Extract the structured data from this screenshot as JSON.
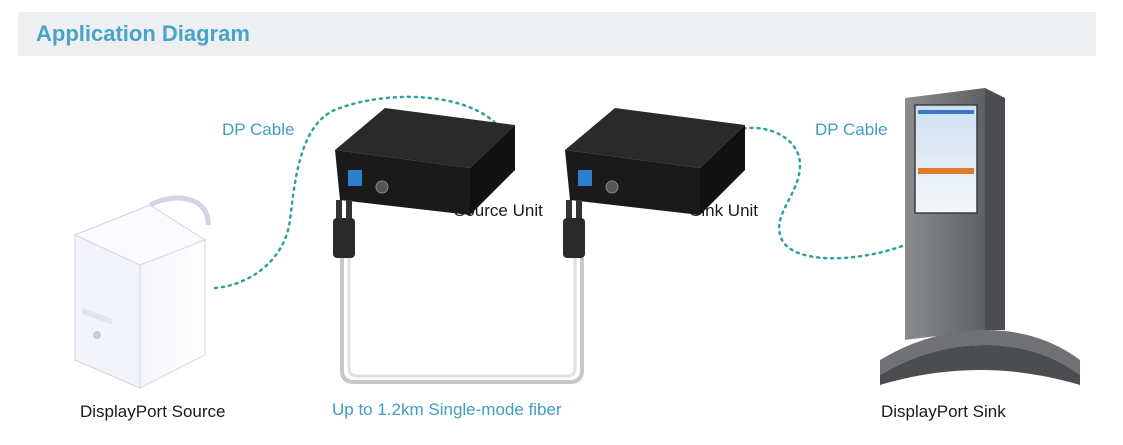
{
  "header": {
    "title": "Application Diagram"
  },
  "labels": {
    "dp_cable_left": "DP Cable",
    "dp_cable_right": "DP Cable",
    "source_unit": "Source Unit",
    "sink_unit": "Sink Unit",
    "displayport_source": "DisplayPort  Source",
    "displayport_sink": "DisplayPort  Sink",
    "fiber": "Up to 1.2km Single-mode fiber"
  },
  "colors": {
    "accent": "#4aa3c8",
    "cable_dots": "#2ba39a",
    "header_bg": "#eeeff0",
    "unit_body": "#1c1c1c"
  }
}
